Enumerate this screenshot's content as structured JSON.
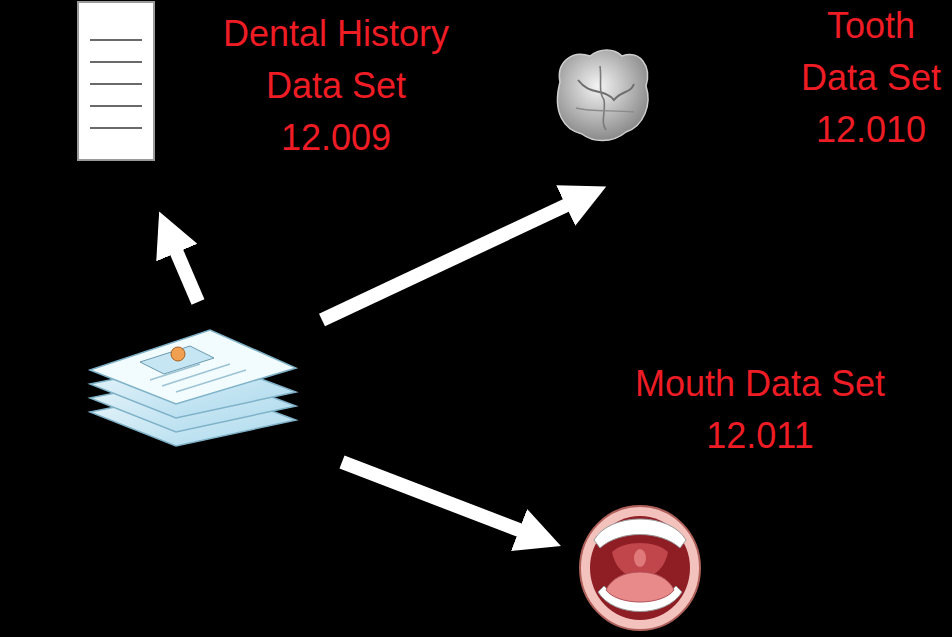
{
  "diagram": {
    "nodes": [
      {
        "text": [
          "Dental History Data Set",
          "12.009"
        ]
      },
      {
        "text": [
          "Tooth Data Set",
          "12.010"
        ]
      },
      {
        "text": [
          "Mouth Data Set",
          "12.011"
        ]
      }
    ]
  }
}
